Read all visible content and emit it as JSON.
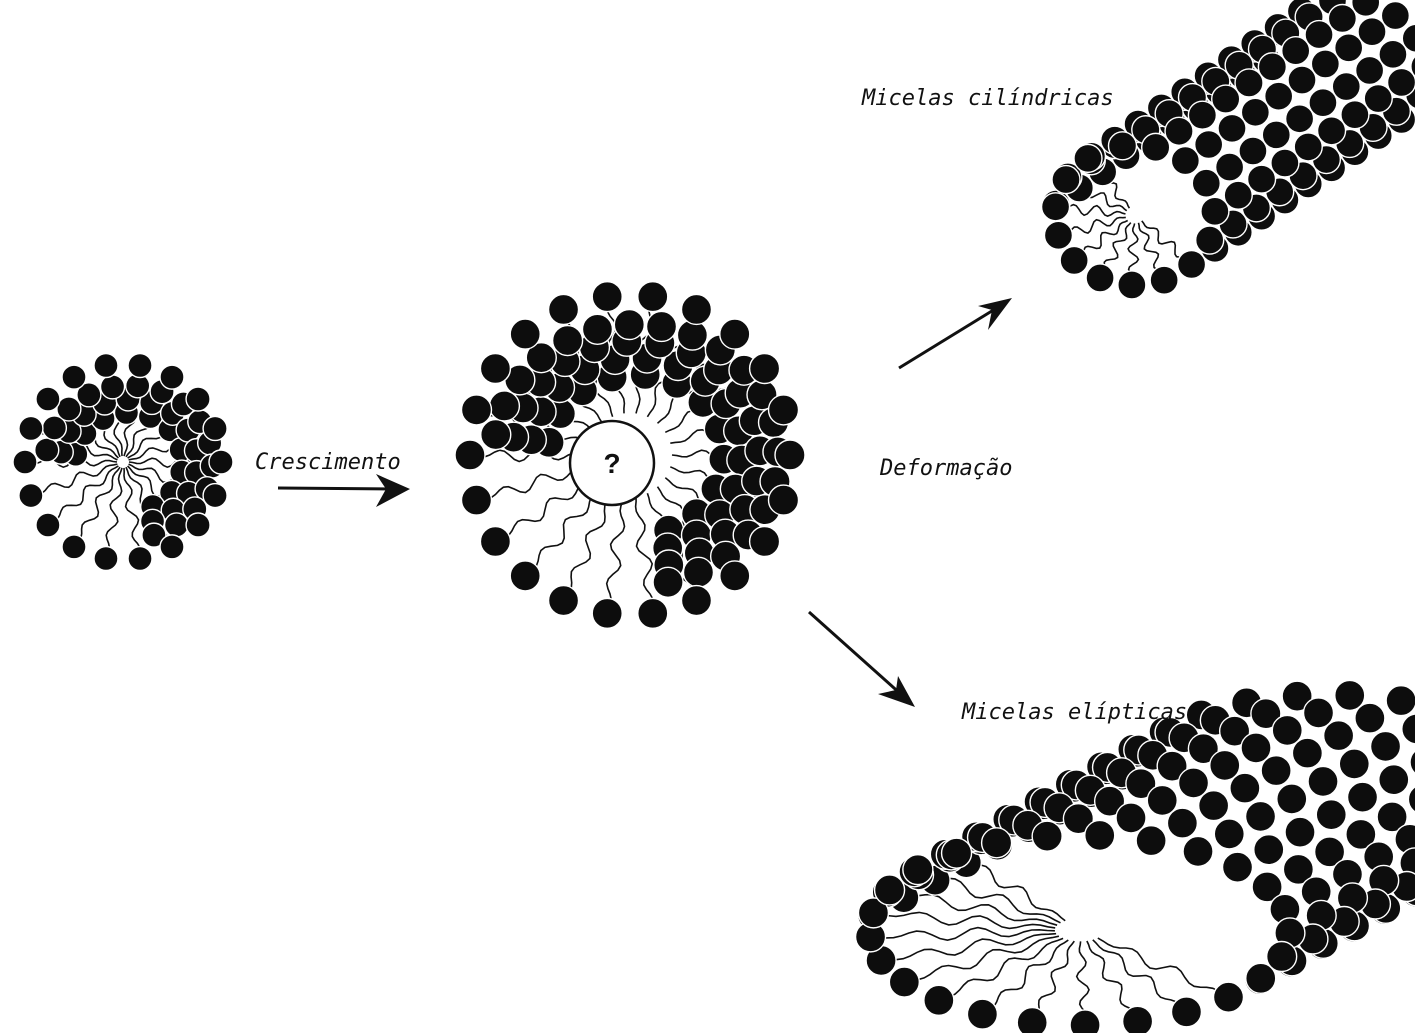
{
  "labels": {
    "growth": "Crescimento",
    "deformation": "Deformação",
    "cylindrical": "Micelas cilíndricas",
    "elliptical": "Micelas elípticas",
    "core_mark": "?"
  },
  "colors": {
    "ink": "#111111",
    "head": "#0d0d0d",
    "background": "#ffffff"
  }
}
